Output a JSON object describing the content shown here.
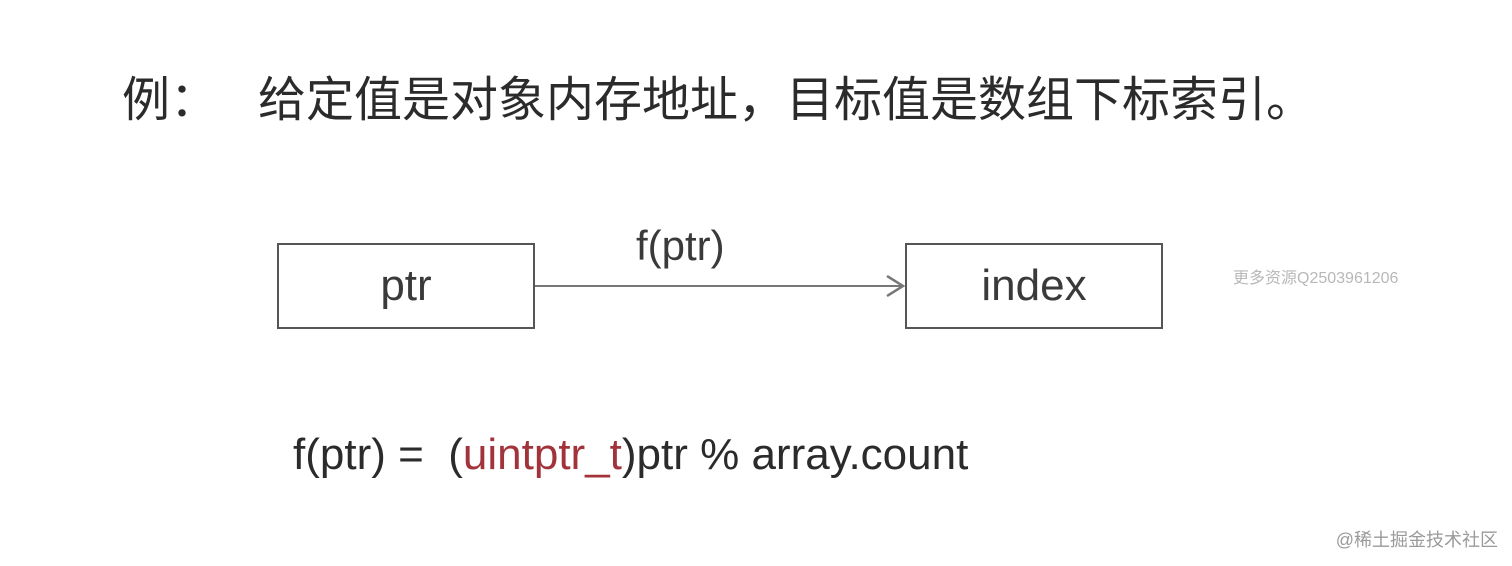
{
  "title": {
    "prefix": "例：",
    "text": "给定值是对象内存地址，目标值是数组下标索引。"
  },
  "diagram": {
    "source_box": "ptr",
    "target_box": "index",
    "arrow_label": "f(ptr)"
  },
  "formula": {
    "lhs": "f(ptr) =  (",
    "cast": "uintptr_t",
    "rhs": ")ptr % array.count"
  },
  "watermark": "更多资源Q2503961206",
  "corner_mark": "@稀土掘金技术社区",
  "colors": {
    "text": "#2b2b2b",
    "cast_highlight": "#a3333a",
    "box_border": "#555555",
    "arrow": "#777777"
  }
}
